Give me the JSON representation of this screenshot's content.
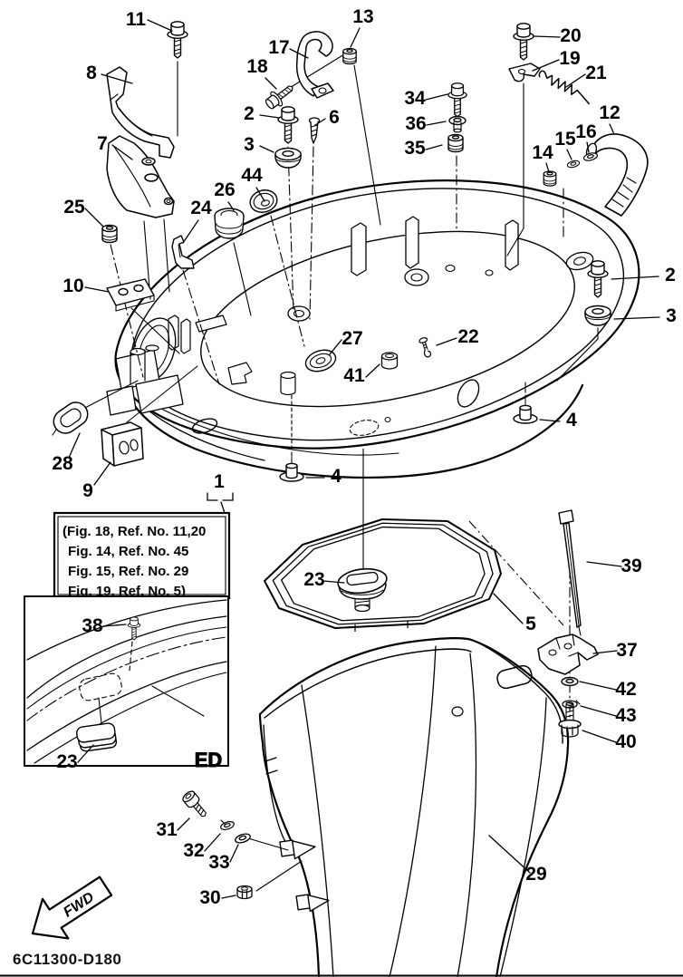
{
  "diagram": {
    "part_code": "6C11300-D180",
    "fwd_label": "FWD",
    "inset_view_label": "ED",
    "reference_note": {
      "line1": "(Fig. 18, Ref. No. 11,20",
      "line2": "Fig. 14, Ref. No. 45",
      "line3": "Fig. 15, Ref. No. 29",
      "line4": "Fig. 19, Ref. No. 5)"
    },
    "callouts": {
      "n1": "1",
      "n2a": "2",
      "n2b": "2",
      "n3a": "3",
      "n3b": "3",
      "n4a": "4",
      "n4b": "4",
      "n5": "5",
      "n6": "6",
      "n7": "7",
      "n8": "8",
      "n9": "9",
      "n10": "10",
      "n11": "11",
      "n12": "12",
      "n13": "13",
      "n14": "14",
      "n15": "15",
      "n16": "16",
      "n17": "17",
      "n18": "18",
      "n19": "19",
      "n20": "20",
      "n21": "21",
      "n22": "22",
      "n23a": "23",
      "n23b": "23",
      "n24": "24",
      "n25": "25",
      "n26": "26",
      "n27": "27",
      "n28": "28",
      "n29": "29",
      "n30": "30",
      "n31": "31",
      "n32": "32",
      "n33": "33",
      "n34": "34",
      "n35": "35",
      "n36": "36",
      "n37": "37",
      "n38": "38",
      "n39": "39",
      "n40": "40",
      "n41": "41",
      "n42": "42",
      "n43": "43",
      "n44": "44"
    }
  }
}
